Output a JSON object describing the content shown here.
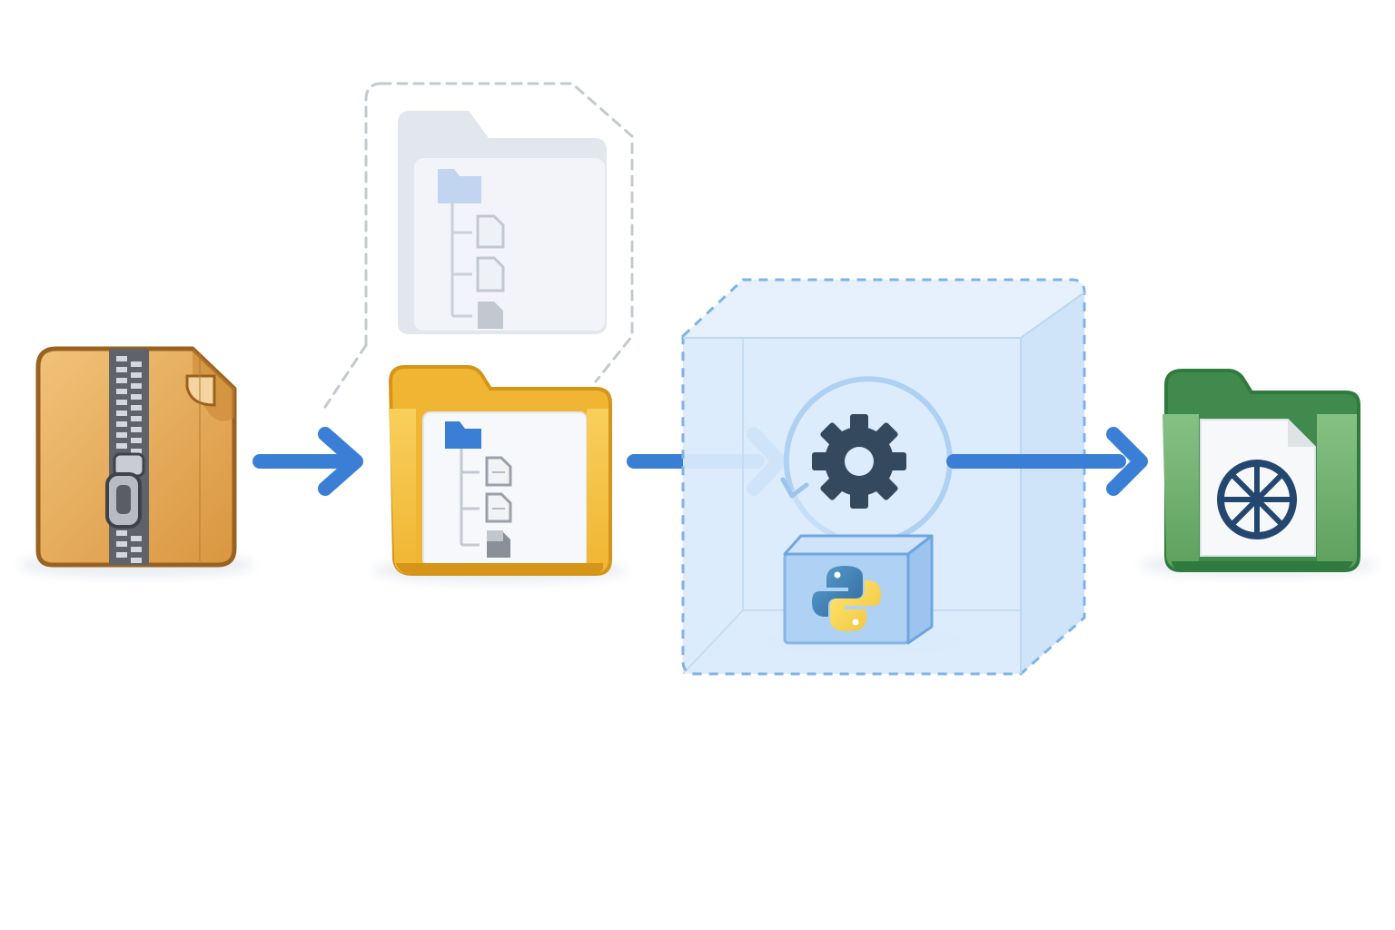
{
  "diagram": {
    "type": "pipeline",
    "colors": {
      "arrow": "#3a7fd5",
      "archive_box": "#e0a552",
      "archive_box_dark": "#9a6220",
      "zipper": "#6b6e73",
      "source_folder": "#f6c24a",
      "source_folder_dark": "#d99d1c",
      "source_folder_ghost": "#dfe4ee",
      "sandbox": "#d7e9fb",
      "sandbox_border": "#7fb3e8",
      "gear": "#34495e",
      "python_blue": "#3b76ae",
      "python_yellow": "#f2d35c",
      "output_folder": "#6fb06f",
      "output_folder_dark": "#2f7a3e",
      "wheel": "#24476f"
    },
    "nodes": [
      {
        "id": "archive",
        "icon": "zip-archive-icon"
      },
      {
        "id": "extracted",
        "icon": "folder-tree-icon"
      },
      {
        "id": "build-sandbox",
        "icon": "gear-icon"
      },
      {
        "id": "runtime",
        "icon": "python-logo-icon"
      },
      {
        "id": "output",
        "icon": "wheel-package-icon"
      }
    ],
    "edges": [
      {
        "from": "archive",
        "to": "extracted"
      },
      {
        "from": "extracted",
        "to": "build-sandbox"
      },
      {
        "from": "build-sandbox",
        "to": "output"
      }
    ]
  }
}
